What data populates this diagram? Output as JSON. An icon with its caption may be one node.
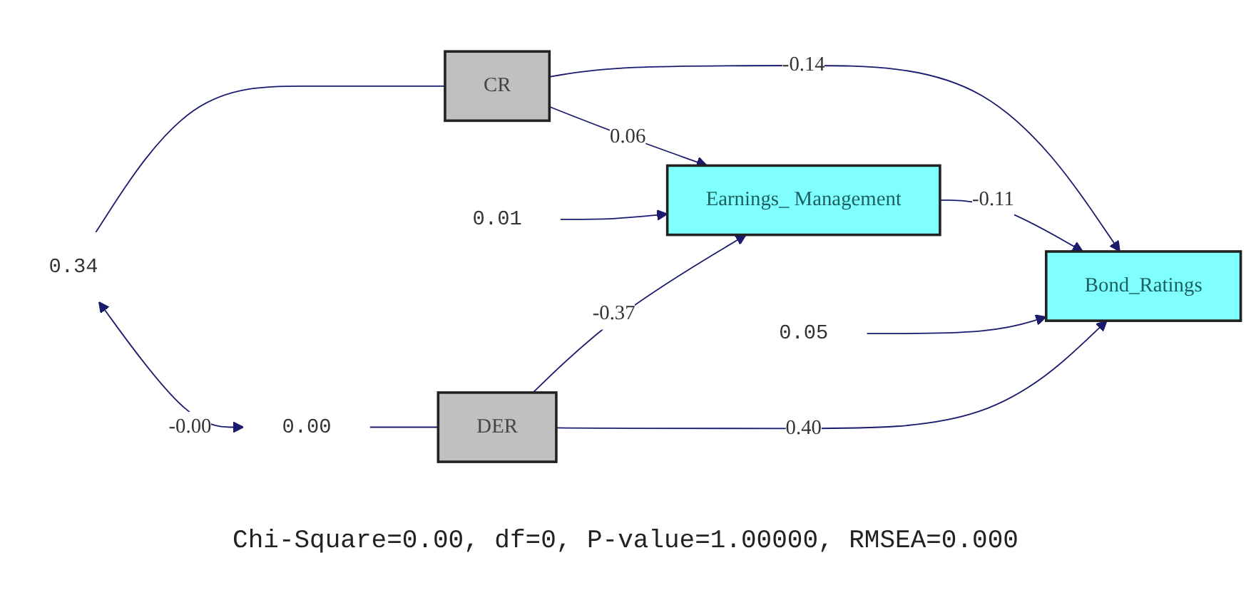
{
  "diagram": {
    "nodes": [
      {
        "text": [
          "0.34"
        ]
      },
      {
        "text": [
          "CR"
        ]
      },
      {
        "text": [
          "Earnings_ Management"
        ]
      },
      {
        "text": [
          "0.01"
        ]
      },
      {
        "text": [
          "Bond_Ratings"
        ]
      },
      {
        "text": [
          "0.05"
        ]
      },
      {
        "text": [
          "0.00"
        ]
      },
      {
        "text": [
          "DER"
        ]
      }
    ],
    "edges": [
      {
        "from": 0,
        "to": 1,
        "arrow": "none"
      },
      {
        "from": 0,
        "to": 6,
        "arrow": "both",
        "label": "-0.00"
      },
      {
        "from": 1,
        "to": 2,
        "arrow": "to",
        "label": "0.06"
      },
      {
        "from": 1,
        "to": 4,
        "arrow": "to",
        "label": "-0.14"
      },
      {
        "from": 3,
        "to": 2,
        "arrow": "to"
      },
      {
        "from": 2,
        "to": 4,
        "arrow": "to",
        "label": "-0.11"
      },
      {
        "from": 5,
        "to": 4,
        "arrow": "to"
      },
      {
        "from": 6,
        "to": 7,
        "arrow": "none"
      },
      {
        "from": 7,
        "to": 2,
        "arrow": "to",
        "label": "-0.37"
      },
      {
        "from": 7,
        "to": 4,
        "arrow": "to",
        "label": "0.40"
      }
    ],
    "labels": [
      "Chi-Square=0.00, df=0, P-value=1.00000, RMSEA=0.000"
    ]
  }
}
